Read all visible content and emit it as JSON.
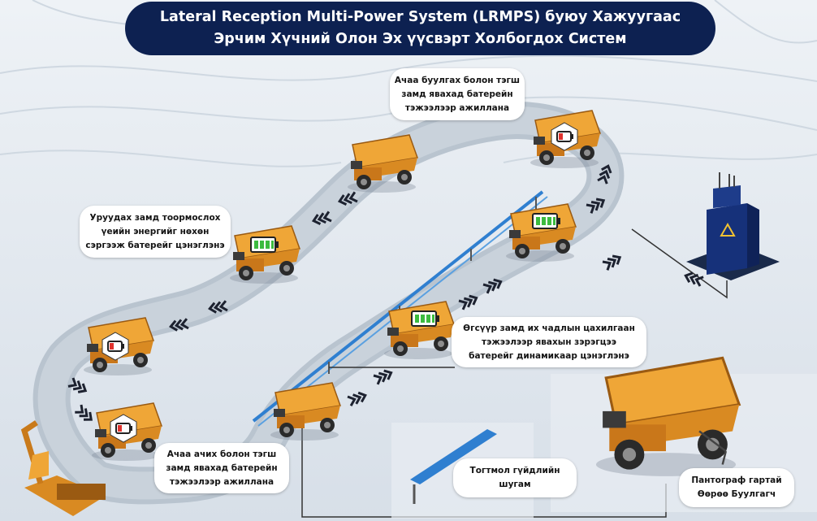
{
  "title": {
    "line1": "Lateral Reception Multi-Power System (LRMPS) буюу Хажуугаас",
    "line2": "Эрчим Хүчний Олон Эх үүсвэрт Холбогдох Систем"
  },
  "callouts": {
    "loaded_flat": {
      "line1": "Ачаа буулгах болон тэгш",
      "line2": "замд явахад батерейн",
      "line3": "тэжээлээр ажиллана"
    },
    "downhill_regen": {
      "line1": "Уруудах замд тоормослох",
      "line2": "үеийн энергийг нөхөн",
      "line3": "сэргээж батерейг цэнэглэнэ"
    },
    "uphill_trolley": {
      "line1": "Өгсүүр замд их чадлын цахилгаан",
      "line2": "тэжээлээр явахын зэрэгцээ",
      "line3": "батерейг динамикаар цэнэглэнэ"
    },
    "loading_flat": {
      "line1": "Ачаа ачих болон тэгш",
      "line2": "замд явахад батерейн",
      "line3": "тэжээлээр ажиллана"
    },
    "trolley_line": {
      "line1": "Тогтмол гүйдлийн",
      "line2": "шугам"
    },
    "pantograph_truck": {
      "line1": "Пантограф гартай",
      "line2": "Өөрөө Буулгагч"
    }
  },
  "colors": {
    "title_bg": "#0d2151",
    "road": "#b9c4cf",
    "truck_body": "#efa637",
    "truck_dark": "#9a5a12",
    "battery_low": "#e0322d",
    "battery_full": "#3dbb3f",
    "chevron": "#1d2230",
    "substation": "#16317a",
    "trolley_line": "#2f7fd0"
  },
  "icons": [
    "dump-truck-icon",
    "battery-low-icon",
    "battery-full-icon",
    "chevron-arrows-icon",
    "substation-tower-icon",
    "excavator-icon",
    "solar-panel-icon",
    "trolley-line-icon"
  ]
}
